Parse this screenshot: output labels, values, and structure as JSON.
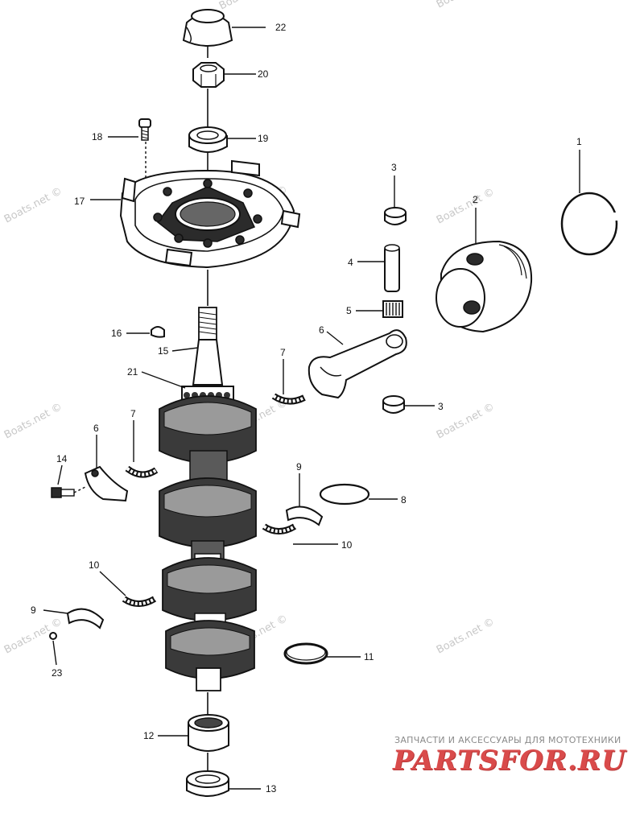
{
  "diagram": {
    "labels": {
      "p1": "1",
      "p2": "2",
      "p3a": "3",
      "p3b": "3",
      "p4": "4",
      "p5": "5",
      "p6a": "6",
      "p6b": "6",
      "p7a": "7",
      "p7b": "7",
      "p8": "8",
      "p9a": "9",
      "p9b": "9",
      "p10a": "10",
      "p10b": "10",
      "p11": "11",
      "p12": "12",
      "p13": "13",
      "p14": "14",
      "p15": "15",
      "p16": "16",
      "p17": "17",
      "p18": "18",
      "p19": "19",
      "p20": "20",
      "p21": "21",
      "p22": "22",
      "p23": "23"
    },
    "watermark_text": "Boats.net ©"
  },
  "banner": {
    "tagline": "ЗАПЧАСТИ И АКСЕССУАРЫ ДЛЯ МОТОТЕХНИКИ",
    "logo": "PARTSFOR.RU",
    "logo_color": "#d94b4b"
  }
}
